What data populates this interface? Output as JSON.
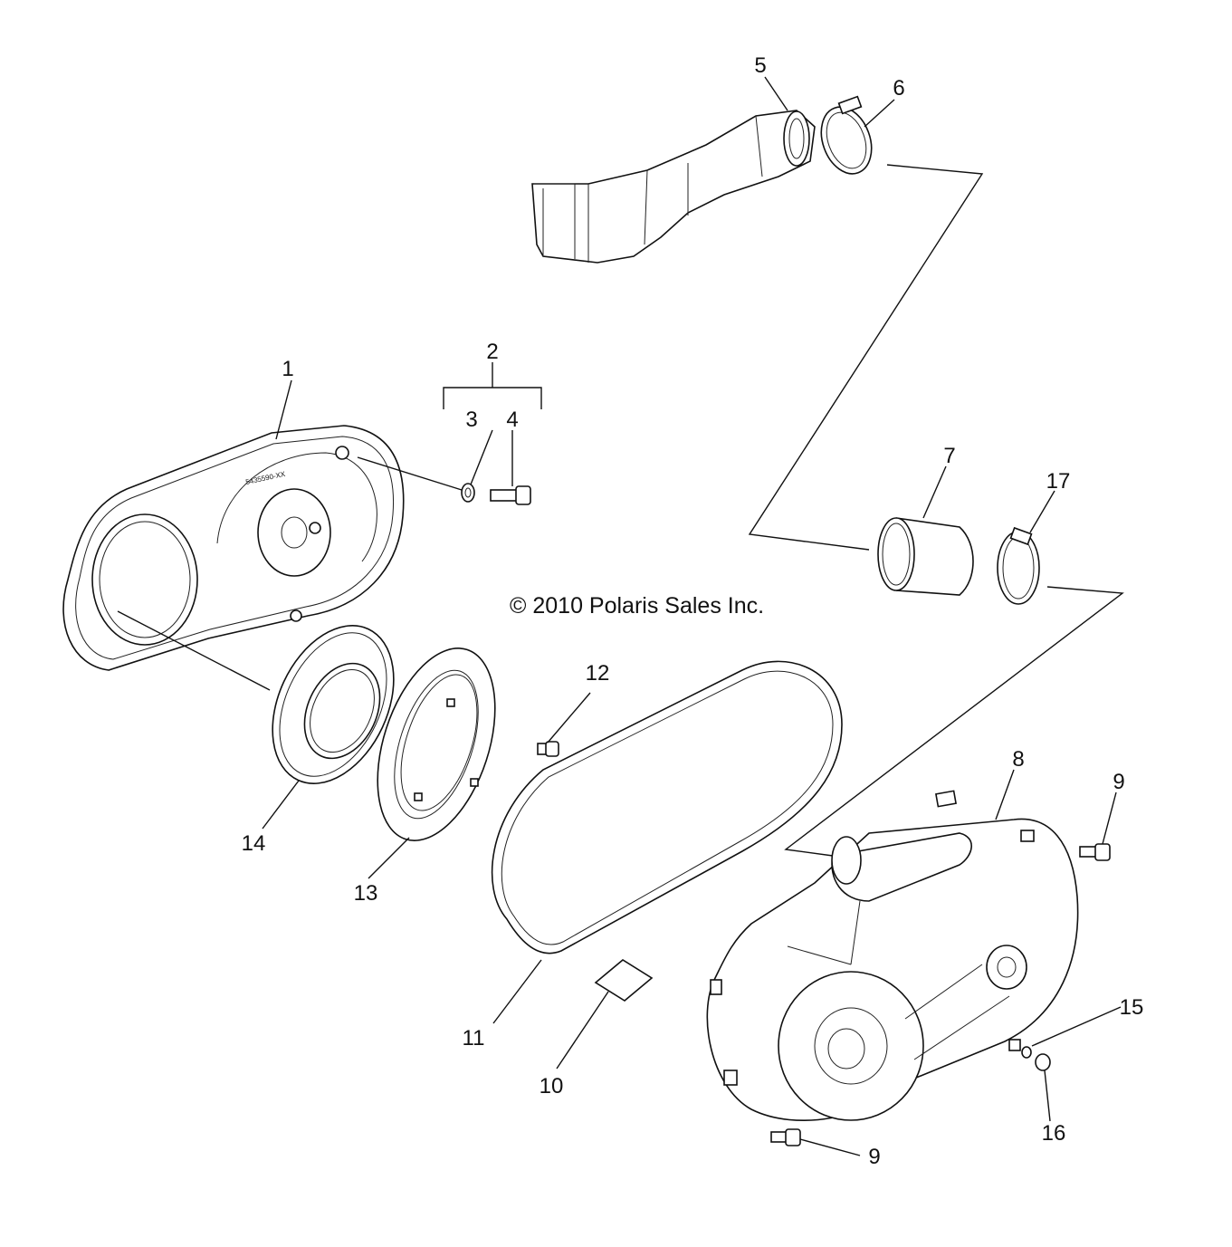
{
  "copyright": "© 2010 Polaris Sales Inc.",
  "callouts": {
    "c1": "1",
    "c2": "2",
    "c3": "3",
    "c4": "4",
    "c5": "5",
    "c6": "6",
    "c7": "7",
    "c8": "8",
    "c9a": "9",
    "c9b": "9",
    "c10": "10",
    "c11": "11",
    "c12": "12",
    "c13": "13",
    "c14": "14",
    "c15": "15",
    "c16": "16",
    "c17": "17"
  }
}
